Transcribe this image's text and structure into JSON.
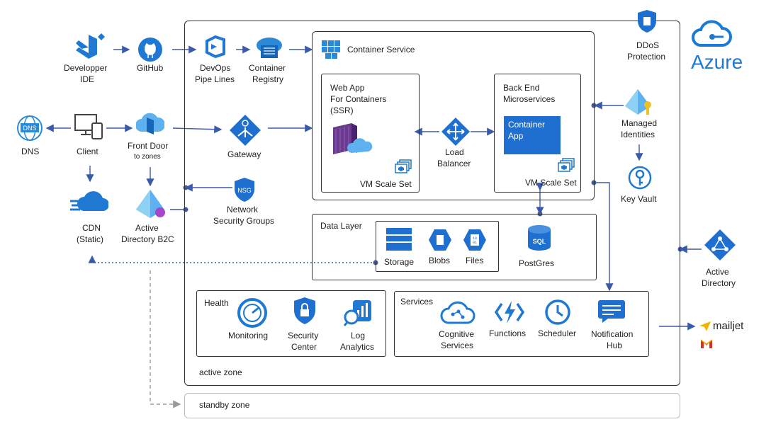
{
  "brand": {
    "cloud_name": "Azure",
    "accent": "#1a7ad6"
  },
  "zones": {
    "active": "active zone",
    "standby": "standby zone"
  },
  "groups": {
    "container_service": "Container Service",
    "web_app": [
      "Web App",
      "For Containers",
      "(SSR)"
    ],
    "backend": [
      "Back End",
      "Microservices"
    ],
    "container_app": [
      "Container",
      "App"
    ],
    "vm_scale_set": "VM Scale Set",
    "data_layer": "Data Layer",
    "health": "Health",
    "services": "Services"
  },
  "nodes": {
    "dev_ide": [
      "Developper",
      "IDE"
    ],
    "github": "GitHub",
    "devops": [
      "DevOps",
      "Pipe Lines"
    ],
    "registry": [
      "Container",
      "Registry"
    ],
    "dns": "DNS",
    "client": "Client",
    "front_door": "Front Door",
    "front_door_sub": "to zones",
    "gateway": "Gateway",
    "cdn": [
      "CDN",
      "(Static)"
    ],
    "ad_b2c": [
      "Active",
      "Directory B2C"
    ],
    "nsg": [
      "Network",
      "Security Groups"
    ],
    "nsg_badge": "NSG",
    "load_balancer": [
      "Load",
      "Balancer"
    ],
    "ddos": [
      "DDoS",
      "Protection"
    ],
    "managed_identities": [
      "Managed",
      "Identities"
    ],
    "key_vault": "Key Vault",
    "active_directory": [
      "Active",
      "Directory"
    ],
    "storage": "Storage",
    "blobs": "Blobs",
    "files": "Files",
    "postgres": "PostGres",
    "sql_badge": "SQL",
    "monitoring": "Monitoring",
    "security_center": [
      "Security",
      "Center"
    ],
    "log_analytics": [
      "Log",
      "Analytics"
    ],
    "cognitive": [
      "Cognitive",
      "Services"
    ],
    "functions": "Functions",
    "scheduler": "Scheduler",
    "notification_hub": [
      "Notification",
      "Hub"
    ],
    "mailjet": "mailjet",
    "dns_badge": "DNS"
  }
}
